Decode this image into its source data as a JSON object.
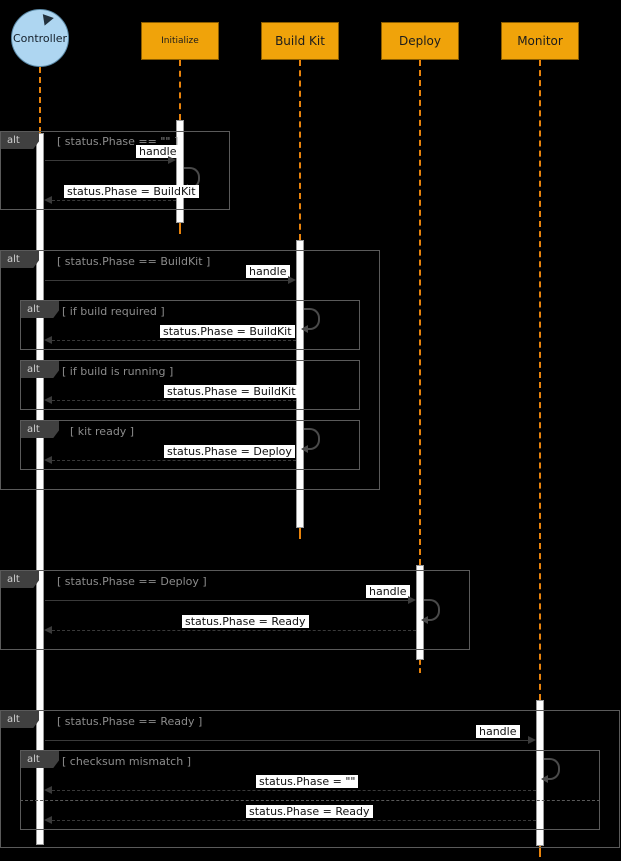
{
  "diagram": {
    "actor": {
      "label": "Controller"
    },
    "participants": [
      {
        "label": "Initialize"
      },
      {
        "label": "Build Kit"
      },
      {
        "label": "Deploy"
      },
      {
        "label": "Monitor"
      }
    ],
    "frames": {
      "init": {
        "operator": "alt",
        "guard": "[ status.Phase == \"\" ]",
        "msg_handle": "handle",
        "msg_return": "status.Phase = BuildKit"
      },
      "buildkit": {
        "operator": "alt",
        "guard": "[ status.Phase == BuildKit ]",
        "msg_handle": "handle",
        "build_required": {
          "operator": "alt",
          "guard": "[ if build required ]",
          "msg": "status.Phase = BuildKit"
        },
        "build_running": {
          "operator": "alt",
          "guard": "[ if build is running ]",
          "msg": "status.Phase = BuildKit"
        },
        "kit_ready": {
          "operator": "alt",
          "guard": "[ kit ready ]",
          "msg": "status.Phase = Deploy"
        }
      },
      "deploy": {
        "operator": "alt",
        "guard": "[ status.Phase == Deploy ]",
        "msg_handle": "handle",
        "msg_return": "status.Phase = Ready"
      },
      "monitor": {
        "operator": "alt",
        "guard": "[ status.Phase == Ready ]",
        "msg_handle": "handle",
        "checksum": {
          "operator": "alt",
          "guard": "[ checksum mismatch ]",
          "msg_mismatch": "status.Phase = \"\"",
          "msg_else": "status.Phase = Ready"
        }
      }
    },
    "colors": {
      "background": "#000000",
      "participant_fill": "#f0a30a",
      "lifeline": "#e8830c",
      "actor_fill": "#aed6f1",
      "activation_fill": "#ffffff",
      "frame_border": "#5a5a5a",
      "message_label_bg": "#ffffff"
    }
  }
}
